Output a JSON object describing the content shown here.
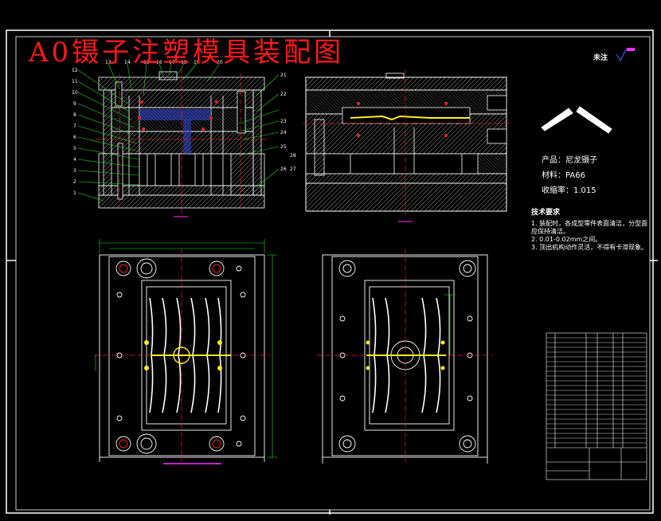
{
  "title": "A0镊子注塑模具装配图",
  "note_label": "未注",
  "product": {
    "name": "产品：尼龙镊子",
    "material": "材料：PA66",
    "shrinkage": "收缩率：1.015"
  },
  "tech_requirements": {
    "heading": "技术要求",
    "items": [
      "1. 装配时，各成型零件表面清洁，分型面应保持清洁。",
      "2. 0.01-0.02mm之间。",
      "3. 顶出机构动作灵活，不得有卡滞现象。"
    ]
  },
  "callouts": [
    "1",
    "2",
    "3",
    "4",
    "5",
    "6",
    "7",
    "8",
    "9",
    "10",
    "11",
    "12",
    "13",
    "14",
    "15",
    "16",
    "17",
    "18",
    "19",
    "20",
    "21",
    "22",
    "23",
    "24",
    "25",
    "26",
    "27",
    "28"
  ],
  "colors": {
    "line": "#ffffff",
    "accent_red": "#ff2020",
    "accent_green": "#22dd22",
    "accent_yellow": "#ffee22",
    "accent_magenta": "#ff33ff",
    "accent_blue": "#4466ff"
  }
}
